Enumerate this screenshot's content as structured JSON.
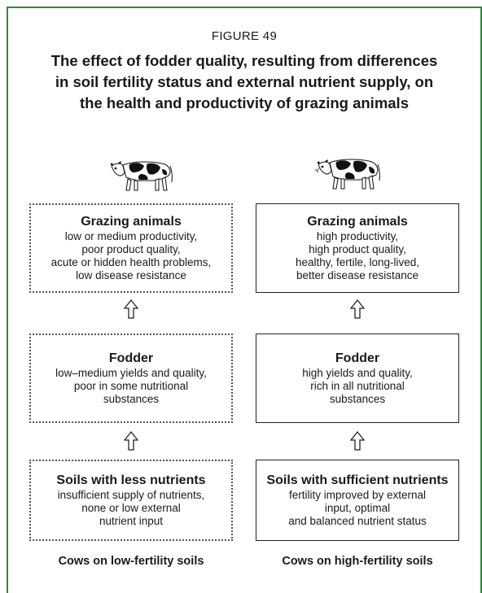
{
  "figure": {
    "label": "FIGURE 49",
    "title_lines": [
      "The effect of fodder quality, resulting from differences",
      "in soil fertility status and external nutrient supply, on",
      "the health and productivity of grazing animals"
    ]
  },
  "left_column": {
    "animals": {
      "title": "Grazing animals",
      "lines": [
        "low or medium productivity,",
        "poor product quality,",
        "acute or hidden health problems,",
        "low disease resistance"
      ]
    },
    "fodder": {
      "title": "Fodder",
      "lines": [
        "low–medium yields and quality,",
        "poor in some nutritional",
        "substances"
      ]
    },
    "soils": {
      "title": "Soils with less nutrients",
      "lines": [
        "insufficient supply of nutrients,",
        "none or low external",
        "nutrient input"
      ]
    },
    "caption": "Cows on low-fertility soils"
  },
  "right_column": {
    "animals": {
      "title": "Grazing animals",
      "lines": [
        "high productivity,",
        "high product quality,",
        "healthy, fertile, long-lived,",
        "better disease resistance"
      ]
    },
    "fodder": {
      "title": "Fodder",
      "lines": [
        "high yields and quality,",
        "rich in all nutritional",
        "substances"
      ]
    },
    "soils": {
      "title": "Soils with sufficient nutrients",
      "lines": [
        "fertility improved by external",
        "input, optimal",
        "and balanced nutrient status"
      ]
    },
    "caption": "Cows on high-fertility soils"
  },
  "colors": {
    "frame": "#2e8b3d",
    "ink": "#1a1a1a"
  },
  "icons": {
    "cow": "cow-icon",
    "arrow": "up-arrow-icon"
  }
}
